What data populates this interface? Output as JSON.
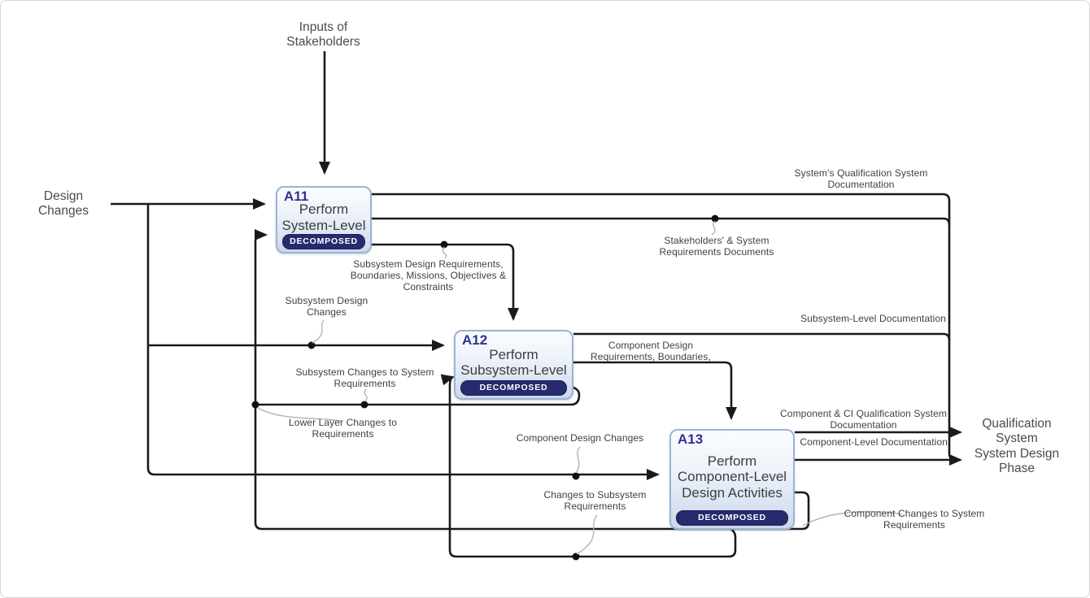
{
  "diagram": {
    "external": {
      "inputs_stakeholders": "Inputs of Stakeholders",
      "design_changes": "Design Changes",
      "qualification_system": "Qualification System",
      "system_design_phase": "System Design Phase"
    },
    "boxes": [
      {
        "id": "A11",
        "title": "Perform System-Level",
        "badge": "DECOMPOSED"
      },
      {
        "id": "A12",
        "title": "Perform Subsystem-Level",
        "badge": "DECOMPOSED"
      },
      {
        "id": "A13",
        "title": "Perform Component-Level Design Activities",
        "badge": "DECOMPOSED"
      }
    ],
    "labels": {
      "sys_qual_doc": "System's Qualification System Documentation",
      "stakeholders_docs": "Stakeholders' & System Requirements Documents",
      "subsys_design_req": "Subsystem Design Requirements, Boundaries, Missions, Objectives & Constraints",
      "subsys_design_changes": "Subsystem Design Changes",
      "subsys_level_doc": "Subsystem-Level Documentation",
      "comp_design_req": "Component Design Requirements, Boundaries,",
      "subsys_changes_to_sys_req": "Subsystem Changes to System Requirements",
      "lower_layer_changes": "Lower Layer Changes to Requirements",
      "comp_design_changes": "Component Design Changes",
      "comp_ci_qual_doc": "Component & CI Qualification System Documentation",
      "comp_level_doc": "Component-Level Documentation",
      "changes_to_subsys_req": "Changes to Subsystem Requirements",
      "comp_changes_to_sys_req": "Component Changes to System Requirements"
    },
    "colors": {
      "connector": "#1a1a1a",
      "box_border": "#9db3d6",
      "box_id": "#2e3192",
      "badge_bg": "#272a6d",
      "leader": "#b3b3b3"
    }
  }
}
